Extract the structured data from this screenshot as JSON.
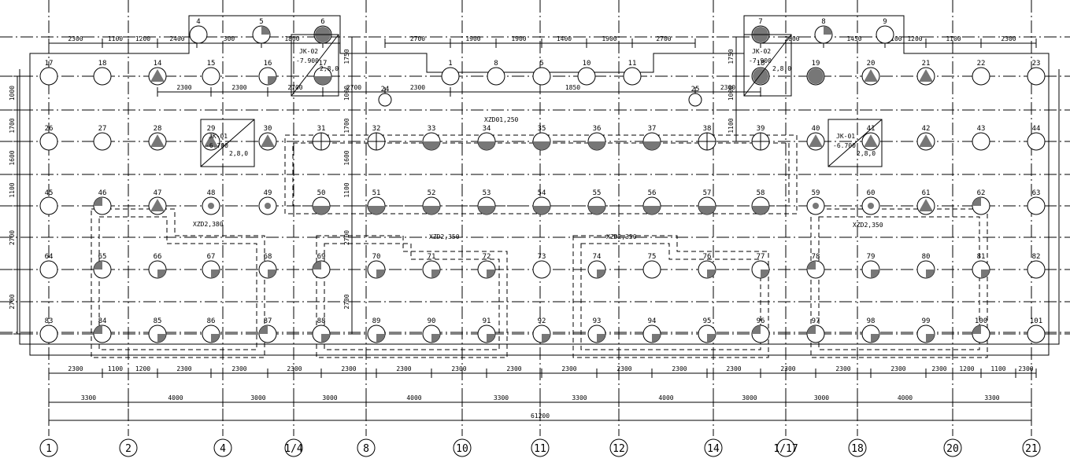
{
  "axes": [
    "1",
    "2",
    "4",
    "1/4",
    "8",
    "10",
    "11",
    "12",
    "14",
    "1/17",
    "18",
    "20",
    "21"
  ],
  "pile_rows": [
    {
      "numbers": [
        "17",
        "18",
        "14",
        "15",
        "16",
        "17",
        "1",
        "8",
        "5",
        "10",
        "11",
        "18",
        "19",
        "20",
        "21",
        "22",
        "23"
      ],
      "fills": [
        "none",
        "none",
        "tri",
        "none",
        "q_br",
        "half_b",
        "none",
        "none",
        "none",
        "none",
        "none",
        "full",
        "full",
        "tri",
        "tri",
        "none",
        "none"
      ]
    },
    {
      "numbers": [
        "26",
        "27",
        "28",
        "29",
        "30",
        "31",
        "32",
        "33",
        "34",
        "35",
        "36",
        "37",
        "38",
        "39",
        "40",
        "41",
        "42",
        "43",
        "44"
      ],
      "fills": [
        "none",
        "none",
        "tri",
        "tri",
        "tri",
        "cross",
        "cross",
        "half_b",
        "half_b",
        "half_b",
        "half_b",
        "half_b",
        "cross",
        "cross",
        "tri",
        "tri",
        "tri",
        "none",
        "none"
      ]
    },
    {
      "numbers": [
        "45",
        "46",
        "47",
        "48",
        "49",
        "50",
        "51",
        "52",
        "53",
        "54",
        "55",
        "56",
        "57",
        "58",
        "59",
        "60",
        "61",
        "62",
        "63"
      ],
      "fills": [
        "none",
        "q_tl",
        "tri",
        "dot",
        "dot",
        "half_b",
        "half_b",
        "half_b",
        "half_b",
        "half_b",
        "half_b",
        "half_b",
        "half_b",
        "half_b",
        "dot",
        "dot",
        "tri",
        "q_tl",
        "none"
      ]
    },
    {
      "numbers": [
        "64",
        "65",
        "66",
        "67",
        "68",
        "69",
        "70",
        "71",
        "72",
        "73",
        "74",
        "75",
        "76",
        "77",
        "78",
        "79",
        "80",
        "81",
        "82"
      ],
      "fills": [
        "none",
        "q_tl",
        "q_br",
        "q_br",
        "q_br",
        "q_tl",
        "q_br",
        "q_br",
        "q_br",
        "none",
        "q_br",
        "none",
        "q_br",
        "q_br",
        "q_tl",
        "q_br",
        "q_br",
        "q_br",
        "none"
      ]
    },
    {
      "numbers": [
        "83",
        "84",
        "85",
        "86",
        "87",
        "88",
        "89",
        "90",
        "91",
        "92",
        "93",
        "94",
        "95",
        "96",
        "97",
        "98",
        "99",
        "100",
        "101"
      ],
      "fills": [
        "none",
        "q_tl",
        "q_br",
        "q_br",
        "q_tl",
        "q_br",
        "q_br",
        "q_br",
        "q_br",
        "q_br",
        "q_br",
        "q_br",
        "q_br",
        "q_tl",
        "q_tl",
        "q_br",
        "q_br",
        "q_tl",
        "none"
      ]
    }
  ],
  "top_piles": {
    "numbers": [
      "4",
      "5",
      "6",
      "7",
      "8",
      "9"
    ],
    "fills": [
      "none",
      "q_tr",
      "full",
      "full",
      "q_tr",
      "none"
    ]
  },
  "small_piles": [
    "24",
    "25"
  ],
  "dimensions": {
    "top_left": [
      "2300",
      "1100",
      "1200",
      "2400",
      "300",
      "1800"
    ],
    "top_mid": [
      "2700",
      "1900",
      "1900",
      "1400",
      "1900",
      "2700"
    ],
    "top_right": [
      "2800",
      "1450",
      "1100",
      "1200",
      "1100",
      "2300"
    ],
    "top_row2": [
      "2300",
      "2300",
      "2700",
      "2700",
      "2300",
      "1850",
      "2300"
    ],
    "bottom_row1": [
      "2300",
      "1100",
      "1200",
      "2300",
      "2300",
      "2300",
      "2300",
      "2300",
      "2300",
      "2300",
      "2300",
      "2300",
      "2300",
      "2300",
      "2300",
      "2300",
      "2300",
      "2300",
      "1200",
      "1100",
      "2300"
    ],
    "bottom_row2": [
      "3300",
      "4000",
      "3000",
      "3000",
      "4000",
      "3300",
      "3300",
      "4000",
      "3000",
      "3000",
      "4000",
      "3300"
    ],
    "total": "61200",
    "left": [
      "1000",
      "1700",
      "1600",
      "1100",
      "2700",
      "2700"
    ],
    "inner_left": [
      "1750",
      "1000",
      "1700",
      "1600",
      "1100",
      "2700",
      "2700"
    ],
    "inner_right": [
      "1750",
      "1000",
      "1100"
    ]
  },
  "cap_labels": [
    "XZD01,250",
    "XZD2,380",
    "XZD2,350",
    "XZD2,350",
    "XZD2,350"
  ],
  "pits": [
    {
      "name": "JK-01",
      "level": "-6.700",
      "extra": "2,8,0"
    },
    {
      "name": "JK-01",
      "level": "-6.700",
      "extra": "2,8,0"
    },
    {
      "name": "JK-02",
      "level": "-7.900",
      "extra": "2,8,0"
    },
    {
      "name": "JK-02",
      "level": "-7.900",
      "extra": "2,8,0"
    }
  ]
}
